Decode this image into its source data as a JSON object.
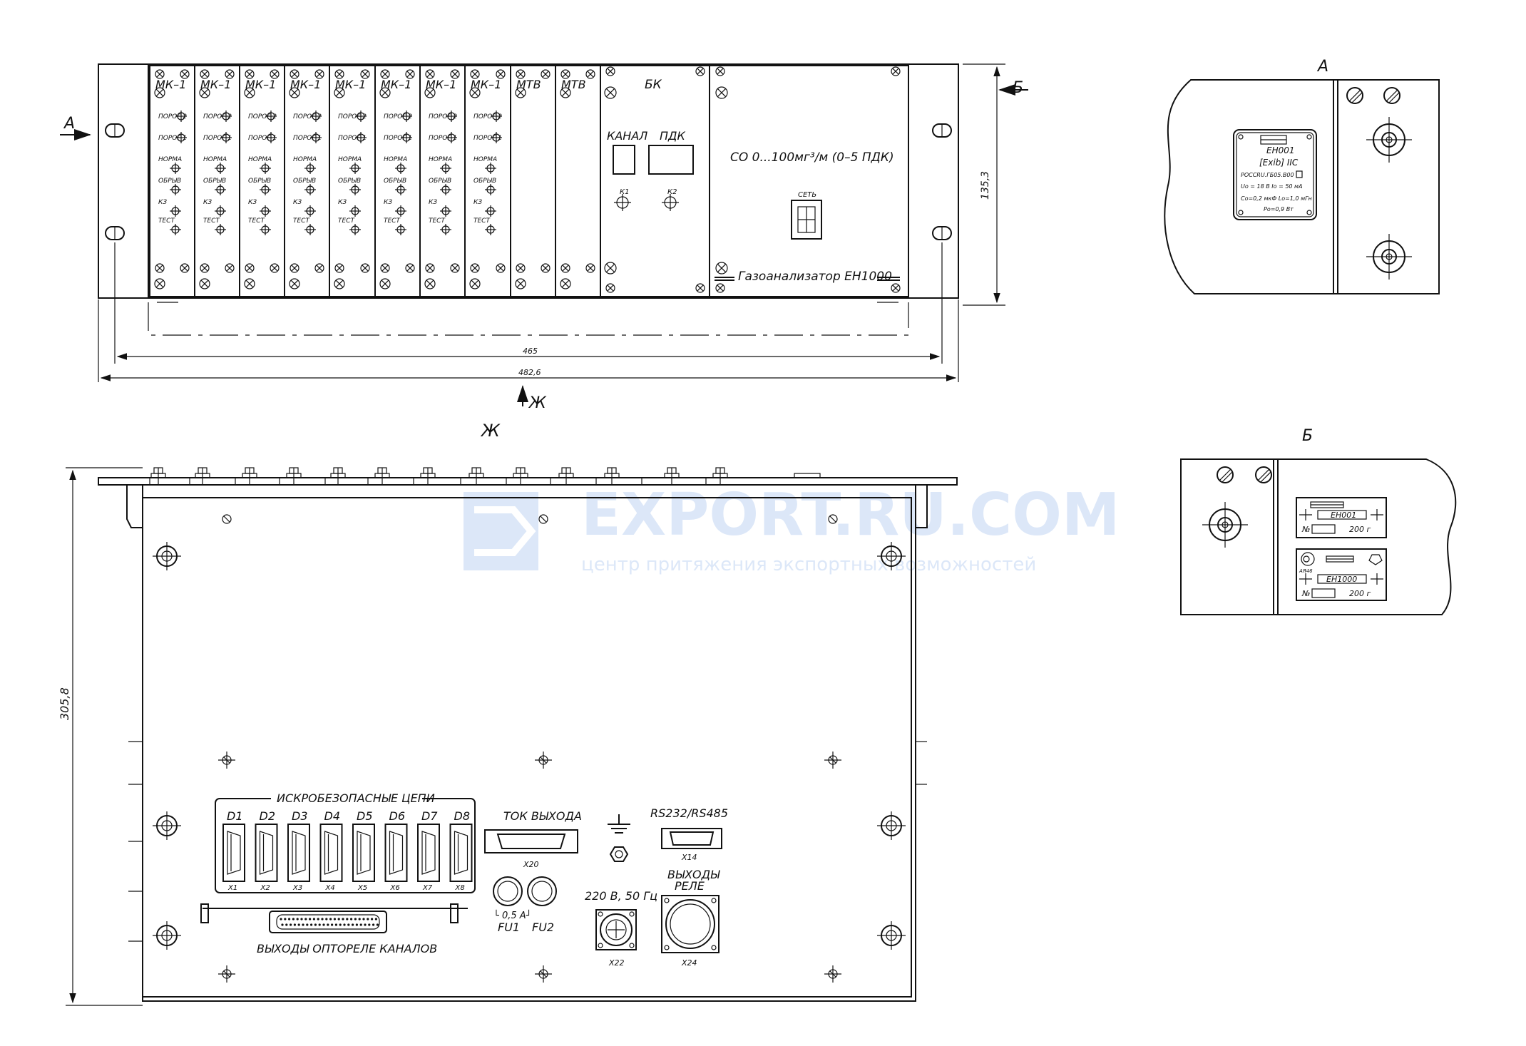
{
  "view_labels": {
    "a": "А",
    "b": "Б",
    "zh": "Ж"
  },
  "front": {
    "module_titles": [
      "МК–1",
      "МК–1",
      "МК–1",
      "МК–1",
      "МК–1",
      "МК–1",
      "МК–1",
      "МК–1",
      "МТВ",
      "МТВ"
    ],
    "mk_labels": [
      "ПОРОГ 2",
      "ПОРОГ 1",
      "НОРМА",
      "ОБРЫВ",
      "КЗ",
      "ТЕСТ"
    ],
    "bk": {
      "title": "БК",
      "channel": "КАНАЛ",
      "pdk": "ПДК",
      "k1": "К1",
      "k2": "К2"
    },
    "main": {
      "range": "СО 0...100мг³/м (0–5 ПДК)",
      "power": "СЕТЬ",
      "model": "Газоанализатор  ЕН1000"
    },
    "dims": {
      "height": "135,3",
      "w465": "465",
      "w482": "482,6"
    }
  },
  "rear": {
    "safe_circuits": "ИСКРОБЕЗОПАСНЫЕ  ЦЕПИ",
    "channels_top": [
      "D1",
      "D2",
      "D3",
      "D4",
      "D5",
      "D6",
      "D7",
      "D8"
    ],
    "channels_bottom": [
      "X1",
      "X2",
      "X3",
      "X4",
      "X5",
      "X6",
      "X7",
      "X8"
    ],
    "tok": "ТОК  ВЫХОДА",
    "x20": "X20",
    "rs": "RS232/RS485",
    "x14": "X14",
    "relay": [
      "ВЫХОДЫ",
      "РЕЛЕ"
    ],
    "power": "220  В,  50  Гц",
    "fuse": "└ 0,5  А┘",
    "fu1": "FU1",
    "fu2": "FU2",
    "x22": "X22",
    "x24": "X24",
    "opto": "ВЫХОДЫ  ОПТОРЕЛЕ  КАНАЛОВ",
    "height": "305,8"
  },
  "detail_a": {
    "lines": [
      "ЕН001",
      "[Exib] IIC",
      "РОССRU.ГБ05.В00",
      "Uo = 18 В    Io = 50 мА",
      "Co=0,2 мкФ Lo=1,0 мГн",
      "Po=0,9 Вт"
    ]
  },
  "detail_b": {
    "plate1": "ЕН001",
    "plate2": "ЕН1000",
    "serial": "№",
    "year": "200   г",
    "code": "АЯ46"
  },
  "watermark": {
    "title": "EXPORT.RU.COM",
    "subtitle": "центр притяжения экспортных возможностей"
  }
}
